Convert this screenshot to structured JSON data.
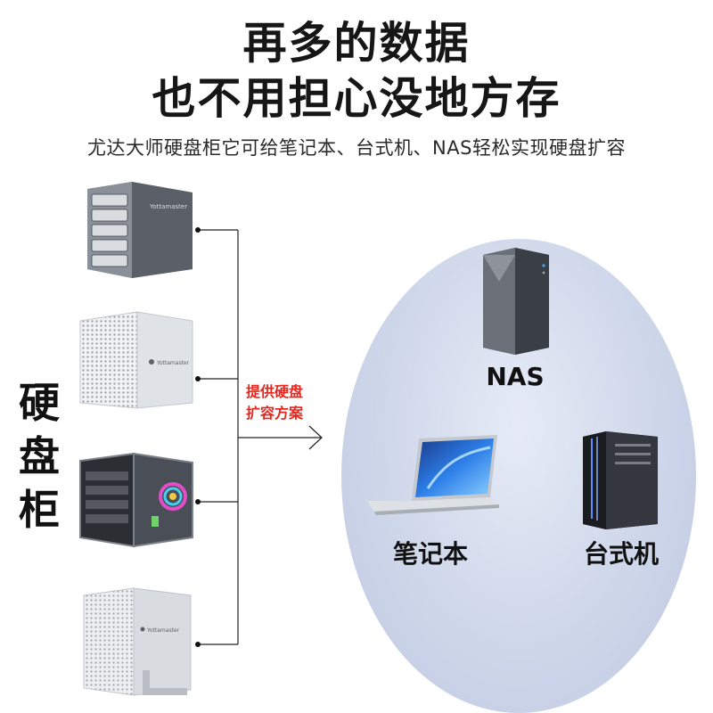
{
  "headline": {
    "line1": "再多的数据",
    "line2": "也不用担心没地方存"
  },
  "subtitle": "尤达大师硬盘柜它可给笔记本、台式机、NAS轻松实现硬盘扩容",
  "side_label": [
    "硬",
    "盘",
    "柜"
  ],
  "arrow_note": [
    "提供硬盘",
    "扩容方案"
  ],
  "targets": {
    "nas": "NAS",
    "laptop": "笔记本",
    "desktop": "台式机"
  },
  "brand_text": "Yottamaster",
  "colors": {
    "accent_red": "#e8261e",
    "circle": "#d2daec"
  }
}
